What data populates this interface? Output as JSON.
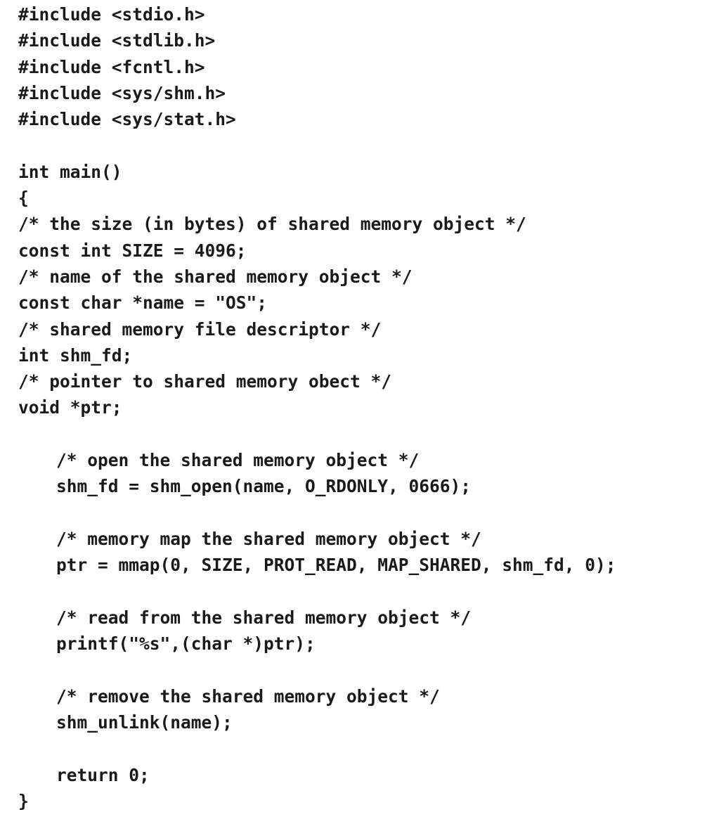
{
  "document": {
    "lines": [
      {
        "text": "#include <stdio.h>",
        "indent": false
      },
      {
        "text": "#include <stdlib.h>",
        "indent": false
      },
      {
        "text": "#include <fcntl.h>",
        "indent": false
      },
      {
        "text": "#include <sys/shm.h>",
        "indent": false
      },
      {
        "text": "#include <sys/stat.h>",
        "indent": false
      },
      {
        "text": "",
        "indent": false
      },
      {
        "text": "int main()",
        "indent": false
      },
      {
        "text": "{",
        "indent": false
      },
      {
        "text": "/* the size (in bytes) of shared memory object */",
        "indent": false
      },
      {
        "text": "const int SIZE = 4096;",
        "indent": false
      },
      {
        "text": "/* name of the shared memory object */",
        "indent": false
      },
      {
        "text": "const char *name = \"OS\";",
        "indent": false
      },
      {
        "text": "/* shared memory file descriptor */",
        "indent": false
      },
      {
        "text": "int shm_fd;",
        "indent": false
      },
      {
        "text": "/* pointer to shared memory obect */",
        "indent": false
      },
      {
        "text": "void *ptr;",
        "indent": false
      },
      {
        "text": "",
        "indent": false
      },
      {
        "text": "/* open the shared memory object */",
        "indent": true
      },
      {
        "text": "shm_fd = shm_open(name, O_RDONLY, 0666);",
        "indent": true
      },
      {
        "text": "",
        "indent": false
      },
      {
        "text": "/* memory map the shared memory object */",
        "indent": true
      },
      {
        "text": "ptr = mmap(0, SIZE, PROT_READ, MAP_SHARED, shm_fd, 0);",
        "indent": true
      },
      {
        "text": "",
        "indent": false
      },
      {
        "text": "/* read from the shared memory object */",
        "indent": true
      },
      {
        "text": "printf(\"%s\",(char *)ptr);",
        "indent": true
      },
      {
        "text": "",
        "indent": false
      },
      {
        "text": "/* remove the shared memory object */",
        "indent": true
      },
      {
        "text": "shm_unlink(name);",
        "indent": true
      },
      {
        "text": "",
        "indent": false
      },
      {
        "text": "return 0;",
        "indent": true
      },
      {
        "text": "}",
        "indent": false
      }
    ]
  }
}
